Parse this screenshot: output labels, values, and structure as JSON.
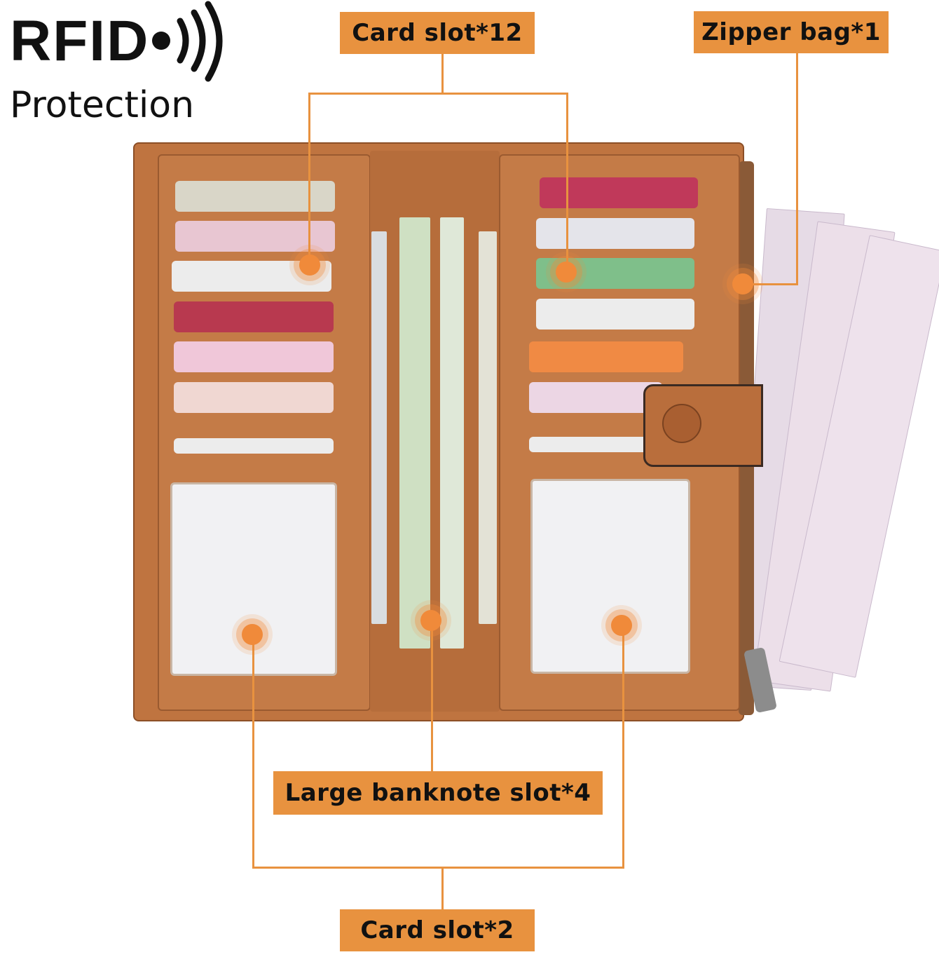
{
  "rfid": {
    "title": "RFID",
    "subtitle": "Protection"
  },
  "labels": {
    "card_slot_12": "Card slot*12",
    "zipper_bag": "Zipper bag*1",
    "banknote_slot": "Large banknote slot*4",
    "card_slot_2": "Card slot*2"
  },
  "colors": {
    "accent": "#e8923f",
    "leather": "#bf7440",
    "stitch": "#e2b48c"
  },
  "icons": [
    "rfid-signal-icon"
  ]
}
